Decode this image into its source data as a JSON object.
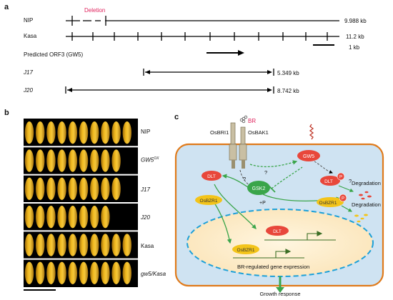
{
  "panel_a": {
    "letter": "a",
    "deletion_label": "Deletion",
    "tracks": [
      {
        "name": "NIP",
        "size": "9.988 kb",
        "italic": false
      },
      {
        "name": "Kasa",
        "size": "11.2 kb",
        "italic": false
      },
      {
        "name": "Predicted ORF3 (GW5)",
        "size": "",
        "italic": false
      },
      {
        "name": "J17",
        "size": "5.349 kb",
        "italic": true
      },
      {
        "name": "J20",
        "size": "8.742 kb",
        "italic": true
      }
    ],
    "scale_label": "1 kb"
  },
  "panel_b": {
    "letter": "b",
    "rows": [
      {
        "label": "NIP",
        "grains": 10,
        "italic": false
      },
      {
        "label": "GW5",
        "sup": "OX",
        "grains": 9,
        "italic": true
      },
      {
        "label": "J17",
        "grains": 9,
        "italic": true
      },
      {
        "label": "J20",
        "grains": 8,
        "italic": true
      },
      {
        "label": "Kasa",
        "grains": 10,
        "italic": false
      },
      {
        "label": "gw5/Kasa",
        "grains": 10,
        "italic": true
      }
    ]
  },
  "panel_c": {
    "letter": "c",
    "br_label": "BR",
    "receptor_left": "OsBRI1",
    "receptor_right": "OsBAK1",
    "gw5": "GW5",
    "gsk2": "GSK2",
    "dlt": "DLT",
    "osbzr1": "OsBZR1",
    "phospho": "P",
    "plus_p": "+P",
    "question": "?",
    "degradation": "Degradation",
    "nuclear_text": "BR-regulated gene expression",
    "output": "Growth response",
    "colors": {
      "cell_fill": "#cfe3f2",
      "cell_border": "#e07a1a",
      "nucleus_fill": "#fbeccb",
      "nucleus_border": "#1da0d8",
      "green": "#3aa54a",
      "red": "#e8473b",
      "yellow": "#f3c41a"
    }
  }
}
